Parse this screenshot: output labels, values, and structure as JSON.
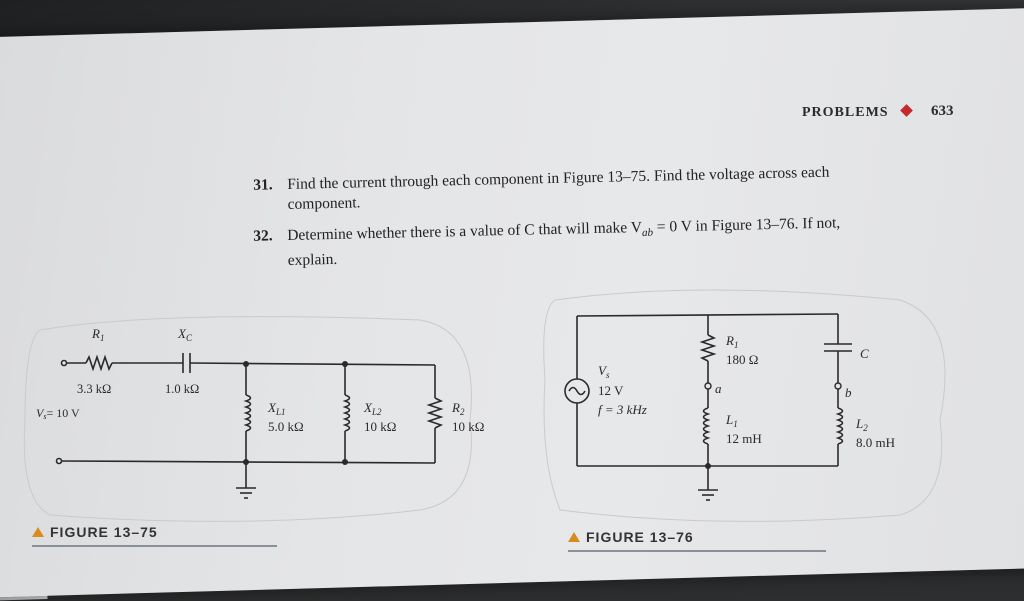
{
  "header": {
    "section": "PROBLEMS",
    "page_number": "633"
  },
  "problems": [
    {
      "number": "31.",
      "line1": "Find the current through each component in Figure 13–75. Find the voltage across each",
      "line2": "component."
    },
    {
      "number": "32.",
      "line1": "Determine whether there is a value of C that will make V",
      "sub": "ab",
      "line1b": " = 0 V in Figure 13–76. If not,",
      "line2": "explain."
    }
  ],
  "figure75": {
    "caption": "FIGURE 13–75",
    "R1_label": "R",
    "R1_sub": "1",
    "R1_value": "3.3 kΩ",
    "XC_label": "X",
    "XC_sub": "C",
    "XC_value": "1.0 kΩ",
    "XL1_label": "X",
    "XL1_sub": "L1",
    "XL1_value": "5.0 kΩ",
    "XL2_label": "X",
    "XL2_sub": "L2",
    "XL2_value": "10 kΩ",
    "R2_label": "R",
    "R2_sub": "2",
    "R2_value": "10 kΩ",
    "Vs_label": "V",
    "Vs_sub": "s",
    "Vs_value": "= 10 V"
  },
  "figure76": {
    "caption": "FIGURE 13–76",
    "Vs_label": "V",
    "Vs_sub": "s",
    "Vs_value": "12 V",
    "Vs_freq": "f = 3 kHz",
    "R1_label": "R",
    "R1_sub": "1",
    "R1_value": "180 Ω",
    "C_label": "C",
    "a_label": "a",
    "b_label": "b",
    "L1_label": "L",
    "L1_sub": "1",
    "L1_value": "12 mH",
    "L2_label": "L",
    "L2_sub": "2",
    "L2_value": "8.0 mH"
  }
}
